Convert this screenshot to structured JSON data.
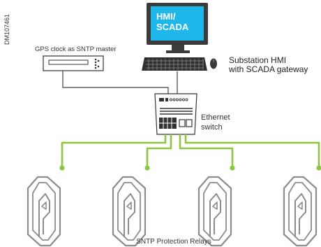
{
  "doc_id": "DM107461",
  "hmi": {
    "screen_text_line1": "HMI/",
    "screen_text_line2": "SCADA",
    "label_line1": "Substation HMI",
    "label_line2": "with SCADA gateway"
  },
  "gps": {
    "label": "GPS clock as SNTP master"
  },
  "switch": {
    "label_line1": "Ethernet",
    "label_line2": "switch"
  },
  "relays": {
    "label": "SNTP Protection Relays",
    "count": 4
  },
  "colors": {
    "screen_blue": "#1fb6ea",
    "network_green": "#8cc63f",
    "wire_dark": "#444444",
    "outline_gray": "#8c8c8c",
    "device_dark": "#333333",
    "text": "#333333"
  }
}
